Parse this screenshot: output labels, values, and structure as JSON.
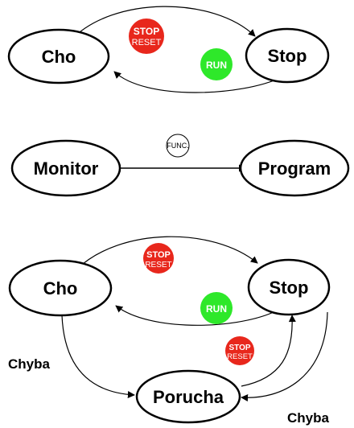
{
  "diagram1": {
    "left_state": "Cho",
    "right_state": "Stop",
    "stop_button": {
      "line1": "STOP",
      "line2": "RESET"
    },
    "run_button": "RUN"
  },
  "diagram2": {
    "left_state": "Monitor",
    "right_state": "Program",
    "func_button": "FUNC."
  },
  "diagram3": {
    "left_state": "Cho",
    "right_state": "Stop",
    "bottom_state": "Porucha",
    "stop_button_top": {
      "line1": "STOP",
      "line2": "RESET"
    },
    "run_button": "RUN",
    "stop_button_right": {
      "line1": "STOP",
      "line2": "RESET"
    },
    "error_label_left": "Chyba",
    "error_label_right": "Chyba"
  },
  "colors": {
    "stop_button": "#e8271c",
    "run_button": "#2ee82a",
    "stroke": "#000000"
  }
}
